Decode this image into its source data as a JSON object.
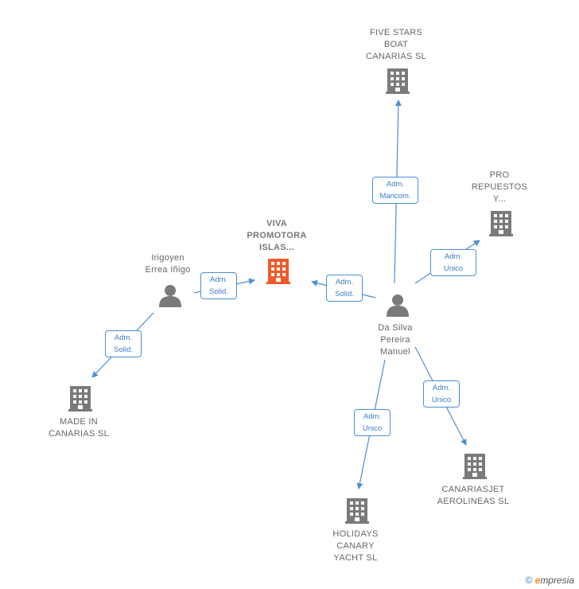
{
  "nodes": {
    "viva": {
      "label": "VIVA\nPROMOTORA\nISLAS...",
      "type": "company-main"
    },
    "fivestars": {
      "label": "FIVE STARS\nBOAT\nCANARIAS  SL",
      "type": "company"
    },
    "prorepuestos": {
      "label": "PRO\nREPUESTOS\nY...",
      "type": "company"
    },
    "irigoyen": {
      "label": "Irigoyen\nErrea Iñigo",
      "type": "person"
    },
    "dasilva": {
      "label": "Da Silva\nPereira\nManuel",
      "type": "person"
    },
    "madein": {
      "label": "MADE IN\nCANARIAS  SL",
      "type": "company"
    },
    "canariasjet": {
      "label": "CANARIASJET\nAEROLINEAS SL",
      "type": "company"
    },
    "holidays": {
      "label": "HOLIDAYS\nCANARY\nYACHT  SL",
      "type": "company"
    }
  },
  "edges": [
    {
      "from": "irigoyen",
      "to": "viva",
      "label": "Adm.\nSolid."
    },
    {
      "from": "dasilva",
      "to": "viva",
      "label": "Adm.\nSolid."
    },
    {
      "from": "dasilva",
      "to": "fivestars",
      "label": "Adm.\nMancom."
    },
    {
      "from": "dasilva",
      "to": "prorepuestos",
      "label": "Adm.\nUnico"
    },
    {
      "from": "irigoyen",
      "to": "madein",
      "label": "Adm.\nSolid."
    },
    {
      "from": "dasilva",
      "to": "holidays",
      "label": "Adm.\nUnico"
    },
    {
      "from": "dasilva",
      "to": "canariasjet",
      "label": "Adm.\nUnico"
    }
  ],
  "colors": {
    "edge": "#4a8fd8",
    "icon": "#7a7a7a",
    "main_icon": "#f05a28"
  },
  "footer": {
    "copyright": "©",
    "brand_e": "e",
    "brand_rest": "mpresia"
  }
}
